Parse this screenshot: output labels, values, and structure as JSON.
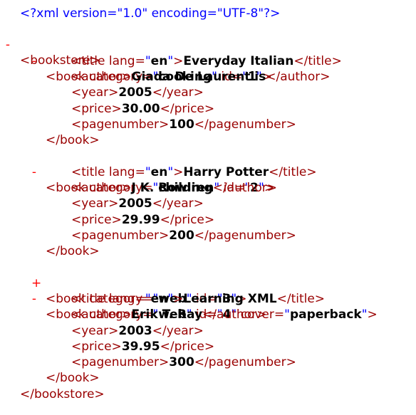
{
  "declaration": "<?xml version=\"1.0\" encoding=\"UTF-8\"?>",
  "toggles": {
    "collapse": "-",
    "expand": "+"
  },
  "root": {
    "tag": "bookstore"
  },
  "books": [
    {
      "category": "cooking",
      "id": "1",
      "title": {
        "lang": "en",
        "text": "Everyday Italian"
      },
      "author": "Giada De Laurentiis",
      "year": "2005",
      "price": "30.00",
      "pagenumber": "100"
    },
    {
      "category": "children",
      "id": "2",
      "title": {
        "lang": "en",
        "text": "Harry Potter"
      },
      "author": "J K. Rowling",
      "year": "2005",
      "price": "29.99",
      "pagenumber": "200"
    },
    {
      "category": "web",
      "id": "3",
      "collapsed": true
    },
    {
      "category": "web",
      "id": "4",
      "cover": "paperback",
      "title": {
        "lang": "en",
        "text": "Learning XML"
      },
      "author": "Erik T. Ray",
      "year": "2003",
      "price": "39.95",
      "pagenumber": "300"
    }
  ]
}
